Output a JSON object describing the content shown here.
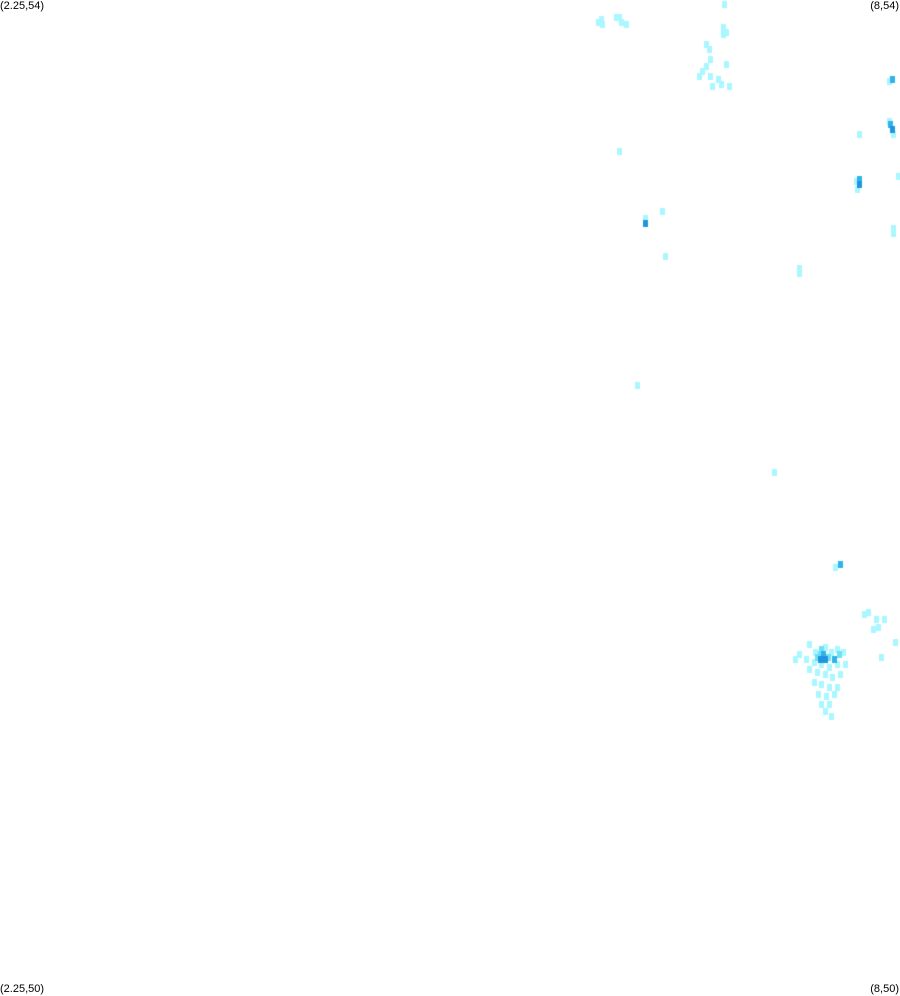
{
  "map": {
    "corner_labels": {
      "top_left": "(2.25,54)",
      "top_right": "(8,54)",
      "bottom_left": "(2.25,50)",
      "bottom_right": "(8,50)"
    },
    "extent": {
      "lon_min": 2.25,
      "lon_max": 8,
      "lat_min": 50,
      "lat_max": 54
    },
    "cell_size_deg": 0.03,
    "background_color": "#ffffff",
    "colors": {
      "low": "#aaf7ff",
      "mid": "#6fe0f5",
      "high": "#2fb3ea",
      "max": "#1f95e0"
    },
    "density_cells": [
      {
        "lon": 6.07,
        "lat": 53.91,
        "level": 1
      },
      {
        "lon": 6.1,
        "lat": 53.9,
        "level": 1
      },
      {
        "lon": 6.09,
        "lat": 53.92,
        "level": 1
      },
      {
        "lon": 6.19,
        "lat": 53.93,
        "level": 1
      },
      {
        "lon": 6.21,
        "lat": 53.93,
        "level": 1
      },
      {
        "lon": 6.22,
        "lat": 53.91,
        "level": 1
      },
      {
        "lon": 6.25,
        "lat": 53.9,
        "level": 1
      },
      {
        "lon": 6.88,
        "lat": 53.98,
        "level": 1
      },
      {
        "lon": 6.87,
        "lat": 53.89,
        "level": 1
      },
      {
        "lon": 6.89,
        "lat": 53.87,
        "level": 1
      },
      {
        "lon": 6.87,
        "lat": 53.86,
        "level": 1
      },
      {
        "lon": 6.76,
        "lat": 53.82,
        "level": 1
      },
      {
        "lon": 6.78,
        "lat": 53.8,
        "level": 1
      },
      {
        "lon": 6.79,
        "lat": 53.76,
        "level": 1
      },
      {
        "lon": 6.89,
        "lat": 53.74,
        "level": 1
      },
      {
        "lon": 6.76,
        "lat": 53.73,
        "level": 1
      },
      {
        "lon": 6.74,
        "lat": 53.71,
        "level": 1
      },
      {
        "lon": 6.72,
        "lat": 53.69,
        "level": 1
      },
      {
        "lon": 6.79,
        "lat": 53.69,
        "level": 1
      },
      {
        "lon": 6.84,
        "lat": 53.68,
        "level": 1
      },
      {
        "lon": 6.86,
        "lat": 53.66,
        "level": 1
      },
      {
        "lon": 6.8,
        "lat": 53.65,
        "level": 1
      },
      {
        "lon": 6.91,
        "lat": 53.65,
        "level": 1
      },
      {
        "lon": 7.95,
        "lat": 53.68,
        "level": 3
      },
      {
        "lon": 7.93,
        "lat": 53.67,
        "level": 1
      },
      {
        "lon": 7.94,
        "lat": 53.5,
        "level": 3
      },
      {
        "lon": 7.95,
        "lat": 53.48,
        "level": 4
      },
      {
        "lon": 7.93,
        "lat": 53.51,
        "level": 1
      },
      {
        "lon": 7.96,
        "lat": 53.46,
        "level": 1
      },
      {
        "lon": 7.74,
        "lat": 53.46,
        "level": 1
      },
      {
        "lon": 7.74,
        "lat": 53.28,
        "level": 3
      },
      {
        "lon": 7.74,
        "lat": 53.26,
        "level": 4
      },
      {
        "lon": 7.72,
        "lat": 53.27,
        "level": 1
      },
      {
        "lon": 7.73,
        "lat": 53.24,
        "level": 1
      },
      {
        "lon": 7.99,
        "lat": 53.29,
        "level": 1
      },
      {
        "lon": 7.96,
        "lat": 53.08,
        "level": 1
      },
      {
        "lon": 7.96,
        "lat": 53.06,
        "level": 1
      },
      {
        "lon": 6.21,
        "lat": 53.39,
        "level": 1
      },
      {
        "lon": 6.48,
        "lat": 53.15,
        "level": 1
      },
      {
        "lon": 6.37,
        "lat": 53.1,
        "level": 4
      },
      {
        "lon": 6.37,
        "lat": 53.12,
        "level": 1
      },
      {
        "lon": 6.5,
        "lat": 52.97,
        "level": 1
      },
      {
        "lon": 7.36,
        "lat": 52.92,
        "level": 1
      },
      {
        "lon": 7.36,
        "lat": 52.9,
        "level": 1
      },
      {
        "lon": 6.32,
        "lat": 52.45,
        "level": 1
      },
      {
        "lon": 7.2,
        "lat": 52.1,
        "level": 1
      },
      {
        "lon": 7.62,
        "lat": 51.73,
        "level": 3
      },
      {
        "lon": 7.59,
        "lat": 51.72,
        "level": 1
      },
      {
        "lon": 7.77,
        "lat": 51.53,
        "level": 1
      },
      {
        "lon": 7.8,
        "lat": 51.54,
        "level": 1
      },
      {
        "lon": 7.85,
        "lat": 51.51,
        "level": 1
      },
      {
        "lon": 7.9,
        "lat": 51.51,
        "level": 1
      },
      {
        "lon": 7.86,
        "lat": 51.48,
        "level": 1
      },
      {
        "lon": 7.83,
        "lat": 51.47,
        "level": 1
      },
      {
        "lon": 7.97,
        "lat": 51.42,
        "level": 1
      },
      {
        "lon": 7.88,
        "lat": 51.36,
        "level": 1
      },
      {
        "lon": 7.42,
        "lat": 51.41,
        "level": 1
      },
      {
        "lon": 7.46,
        "lat": 51.38,
        "level": 1
      },
      {
        "lon": 7.52,
        "lat": 51.4,
        "level": 1
      },
      {
        "lon": 7.56,
        "lat": 51.38,
        "level": 1
      },
      {
        "lon": 7.6,
        "lat": 51.39,
        "level": 1
      },
      {
        "lon": 7.64,
        "lat": 51.38,
        "level": 1
      },
      {
        "lon": 7.36,
        "lat": 51.37,
        "level": 1
      },
      {
        "lon": 7.33,
        "lat": 51.35,
        "level": 1
      },
      {
        "lon": 7.4,
        "lat": 51.35,
        "level": 1
      },
      {
        "lon": 7.45,
        "lat": 51.34,
        "level": 1
      },
      {
        "lon": 7.5,
        "lat": 51.33,
        "level": 1
      },
      {
        "lon": 7.55,
        "lat": 51.32,
        "level": 1
      },
      {
        "lon": 7.6,
        "lat": 51.33,
        "level": 1
      },
      {
        "lon": 7.65,
        "lat": 51.33,
        "level": 1
      },
      {
        "lon": 7.42,
        "lat": 51.31,
        "level": 1
      },
      {
        "lon": 7.47,
        "lat": 51.3,
        "level": 1
      },
      {
        "lon": 7.52,
        "lat": 51.29,
        "level": 1
      },
      {
        "lon": 7.57,
        "lat": 51.28,
        "level": 1
      },
      {
        "lon": 7.62,
        "lat": 51.29,
        "level": 1
      },
      {
        "lon": 7.45,
        "lat": 51.26,
        "level": 1
      },
      {
        "lon": 7.5,
        "lat": 51.25,
        "level": 1
      },
      {
        "lon": 7.55,
        "lat": 51.24,
        "level": 1
      },
      {
        "lon": 7.6,
        "lat": 51.24,
        "level": 1
      },
      {
        "lon": 7.48,
        "lat": 51.21,
        "level": 1
      },
      {
        "lon": 7.53,
        "lat": 51.2,
        "level": 1
      },
      {
        "lon": 7.58,
        "lat": 51.21,
        "level": 1
      },
      {
        "lon": 7.5,
        "lat": 51.17,
        "level": 1
      },
      {
        "lon": 7.55,
        "lat": 51.17,
        "level": 1
      },
      {
        "lon": 7.52,
        "lat": 51.14,
        "level": 1
      },
      {
        "lon": 7.56,
        "lat": 51.12,
        "level": 1
      },
      {
        "lon": 7.49,
        "lat": 51.37,
        "level": 2
      },
      {
        "lon": 7.51,
        "lat": 51.37,
        "level": 3
      },
      {
        "lon": 7.49,
        "lat": 51.35,
        "level": 4
      },
      {
        "lon": 7.52,
        "lat": 51.35,
        "level": 4
      },
      {
        "lon": 7.54,
        "lat": 51.36,
        "level": 2
      },
      {
        "lon": 7.47,
        "lat": 51.36,
        "level": 2
      },
      {
        "lon": 7.5,
        "lat": 51.39,
        "level": 2
      },
      {
        "lon": 7.58,
        "lat": 51.35,
        "level": 3
      },
      {
        "lon": 7.61,
        "lat": 51.37,
        "level": 2
      }
    ]
  }
}
